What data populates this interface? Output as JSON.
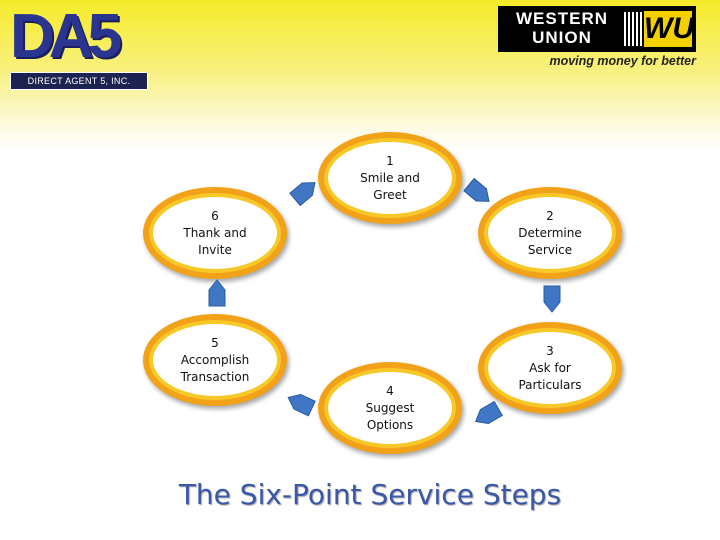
{
  "header": {
    "left_logo": {
      "mark": "DA5",
      "subtitle": "DIRECT AGENT 5, INC."
    },
    "right_logo": {
      "line1": "WESTERN",
      "line2": "UNION",
      "mark": "WU",
      "tagline": "moving money for better"
    }
  },
  "steps": [
    {
      "number": "1",
      "label": "Smile and Greet"
    },
    {
      "number": "2",
      "label": "Determine Service"
    },
    {
      "number": "3",
      "label": "Ask for Particulars"
    },
    {
      "number": "4",
      "label": "Suggest Options"
    },
    {
      "number": "5",
      "label": "Accomplish Transaction"
    },
    {
      "number": "6",
      "label": "Thank and Invite"
    }
  ],
  "arrows": {
    "icon": "chevron-arrow-icon",
    "color": "#3f77c4"
  },
  "colors": {
    "header_yellow": "#f5eb2a",
    "oval_fill": "#f8c828",
    "oval_border": "#f2a218",
    "arrow_blue": "#3f77c4",
    "title_blue": "#3a58a8"
  },
  "title": "The Six-Point Service Steps"
}
